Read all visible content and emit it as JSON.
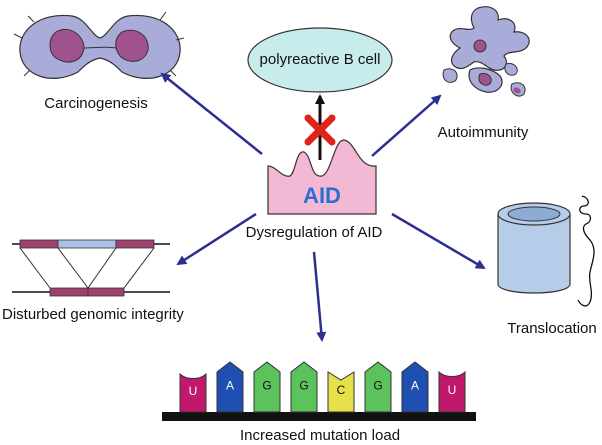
{
  "center": {
    "label": "AID",
    "caption": "Dysregulation of AID"
  },
  "outcomes": {
    "carcinogenesis": "Carcinogenesis",
    "autoimmunity": "Autoimmunity",
    "polyreactive": "polyreactive  B cell",
    "genomic": "Disturbed genomic integrity",
    "translocation": "Translocation",
    "mutation": "Increased mutation load"
  },
  "bases": [
    {
      "letter": "U",
      "color": "#c0186a"
    },
    {
      "letter": "A",
      "color": "#1f4fb0"
    },
    {
      "letter": "G",
      "color": "#5cc25c"
    },
    {
      "letter": "G",
      "color": "#5cc25c"
    },
    {
      "letter": "C",
      "color": "#e6e04a"
    },
    {
      "letter": "G",
      "color": "#5cc25c"
    },
    {
      "letter": "A",
      "color": "#1f4fb0"
    },
    {
      "letter": "U",
      "color": "#c0186a"
    }
  ],
  "colors": {
    "arrow": "#2b2f8f",
    "aid_fill": "#f3b8d4",
    "aid_text": "#2a6fd1",
    "cell_fill": "#a9acd8",
    "nucleus_fill": "#a0528f",
    "bcell_fill": "#c8ecec",
    "cylinder_fill": "#b6cdea",
    "block_magenta": "#a0406e",
    "block_blue": "#a9c2e6",
    "inhibit_cross": "#e0221c"
  }
}
